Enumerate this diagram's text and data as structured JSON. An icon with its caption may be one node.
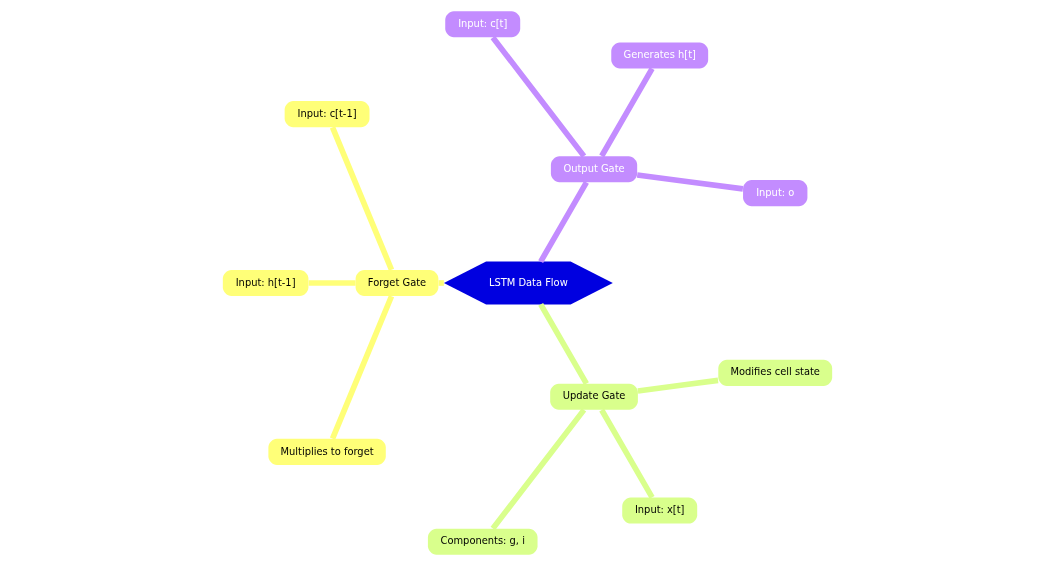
{
  "diagram": {
    "nodes": [
      {
        "text": [
          "LSTM Data Flow"
        ]
      },
      {
        "text": [
          "Output Gate"
        ]
      },
      {
        "text": [
          "Input: o"
        ]
      },
      {
        "text": [
          "Generates h[t]"
        ]
      },
      {
        "text": [
          "Input: c[t]"
        ]
      },
      {
        "text": [
          "Forget Gate"
        ]
      },
      {
        "text": [
          "Input: c[t-1]"
        ]
      },
      {
        "text": [
          "Input: h[t-1]"
        ]
      },
      {
        "text": [
          "Multiplies to forget"
        ]
      },
      {
        "text": [
          "Update Gate"
        ]
      },
      {
        "text": [
          "Components: g, i"
        ]
      },
      {
        "text": [
          "Input: x[t]"
        ]
      },
      {
        "text": [
          "Modifies cell state"
        ]
      }
    ],
    "edges": [
      {
        "from": 0,
        "to": 1,
        "arrow": "none",
        "color": "#c38cff"
      },
      {
        "from": 1,
        "to": 2,
        "arrow": "none",
        "color": "#c38cff"
      },
      {
        "from": 1,
        "to": 3,
        "arrow": "none",
        "color": "#c38cff"
      },
      {
        "from": 1,
        "to": 4,
        "arrow": "none",
        "color": "#c38cff"
      },
      {
        "from": 0,
        "to": 5,
        "arrow": "none",
        "color": "#ffff78"
      },
      {
        "from": 5,
        "to": 6,
        "arrow": "none",
        "color": "#ffff78"
      },
      {
        "from": 5,
        "to": 7,
        "arrow": "none",
        "color": "#ffff78"
      },
      {
        "from": 5,
        "to": 8,
        "arrow": "none",
        "color": "#ffff78"
      },
      {
        "from": 0,
        "to": 9,
        "arrow": "none",
        "color": "#d9ff8c"
      },
      {
        "from": 9,
        "to": 10,
        "arrow": "none",
        "color": "#d9ff8c"
      },
      {
        "from": 9,
        "to": 11,
        "arrow": "none",
        "color": "#d9ff8c"
      },
      {
        "from": 9,
        "to": 12,
        "arrow": "none",
        "color": "#d9ff8c"
      }
    ]
  }
}
